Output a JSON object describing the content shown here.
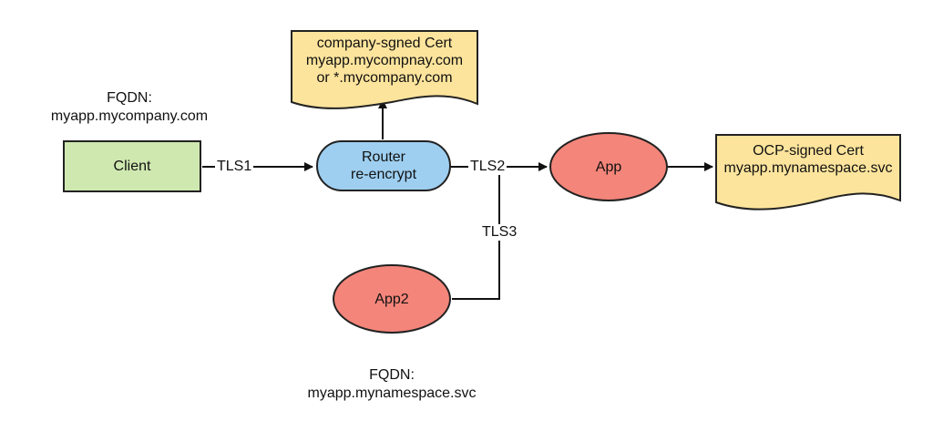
{
  "fqdn_top": {
    "heading": "FQDN:",
    "value": "myapp.mycompany.com"
  },
  "fqdn_bottom": {
    "heading": "FQDN:",
    "value": "myapp.mynamespace.svc"
  },
  "nodes": {
    "client": {
      "label": "Client"
    },
    "router": {
      "line1": "Router",
      "line2": "re-encrypt"
    },
    "app": {
      "label": "App"
    },
    "app2": {
      "label": "App2"
    }
  },
  "certs": {
    "company": {
      "line1": "company-sgned Cert",
      "line2": "myapp.mycompnay.com",
      "line3": "or *.mycompany.com"
    },
    "ocp": {
      "line1": "OCP-signed Cert",
      "line2": "myapp.mynamespace.svc"
    }
  },
  "edges": {
    "tls1": "TLS1",
    "tls2": "TLS2",
    "tls3": "TLS3"
  },
  "colors": {
    "client_fill": "#cfe8b0",
    "client_stroke": "#222222",
    "router_fill": "#9ecff0",
    "app_fill": "#f4857a",
    "cert_fill": "#fde49c",
    "line": "#111111"
  }
}
